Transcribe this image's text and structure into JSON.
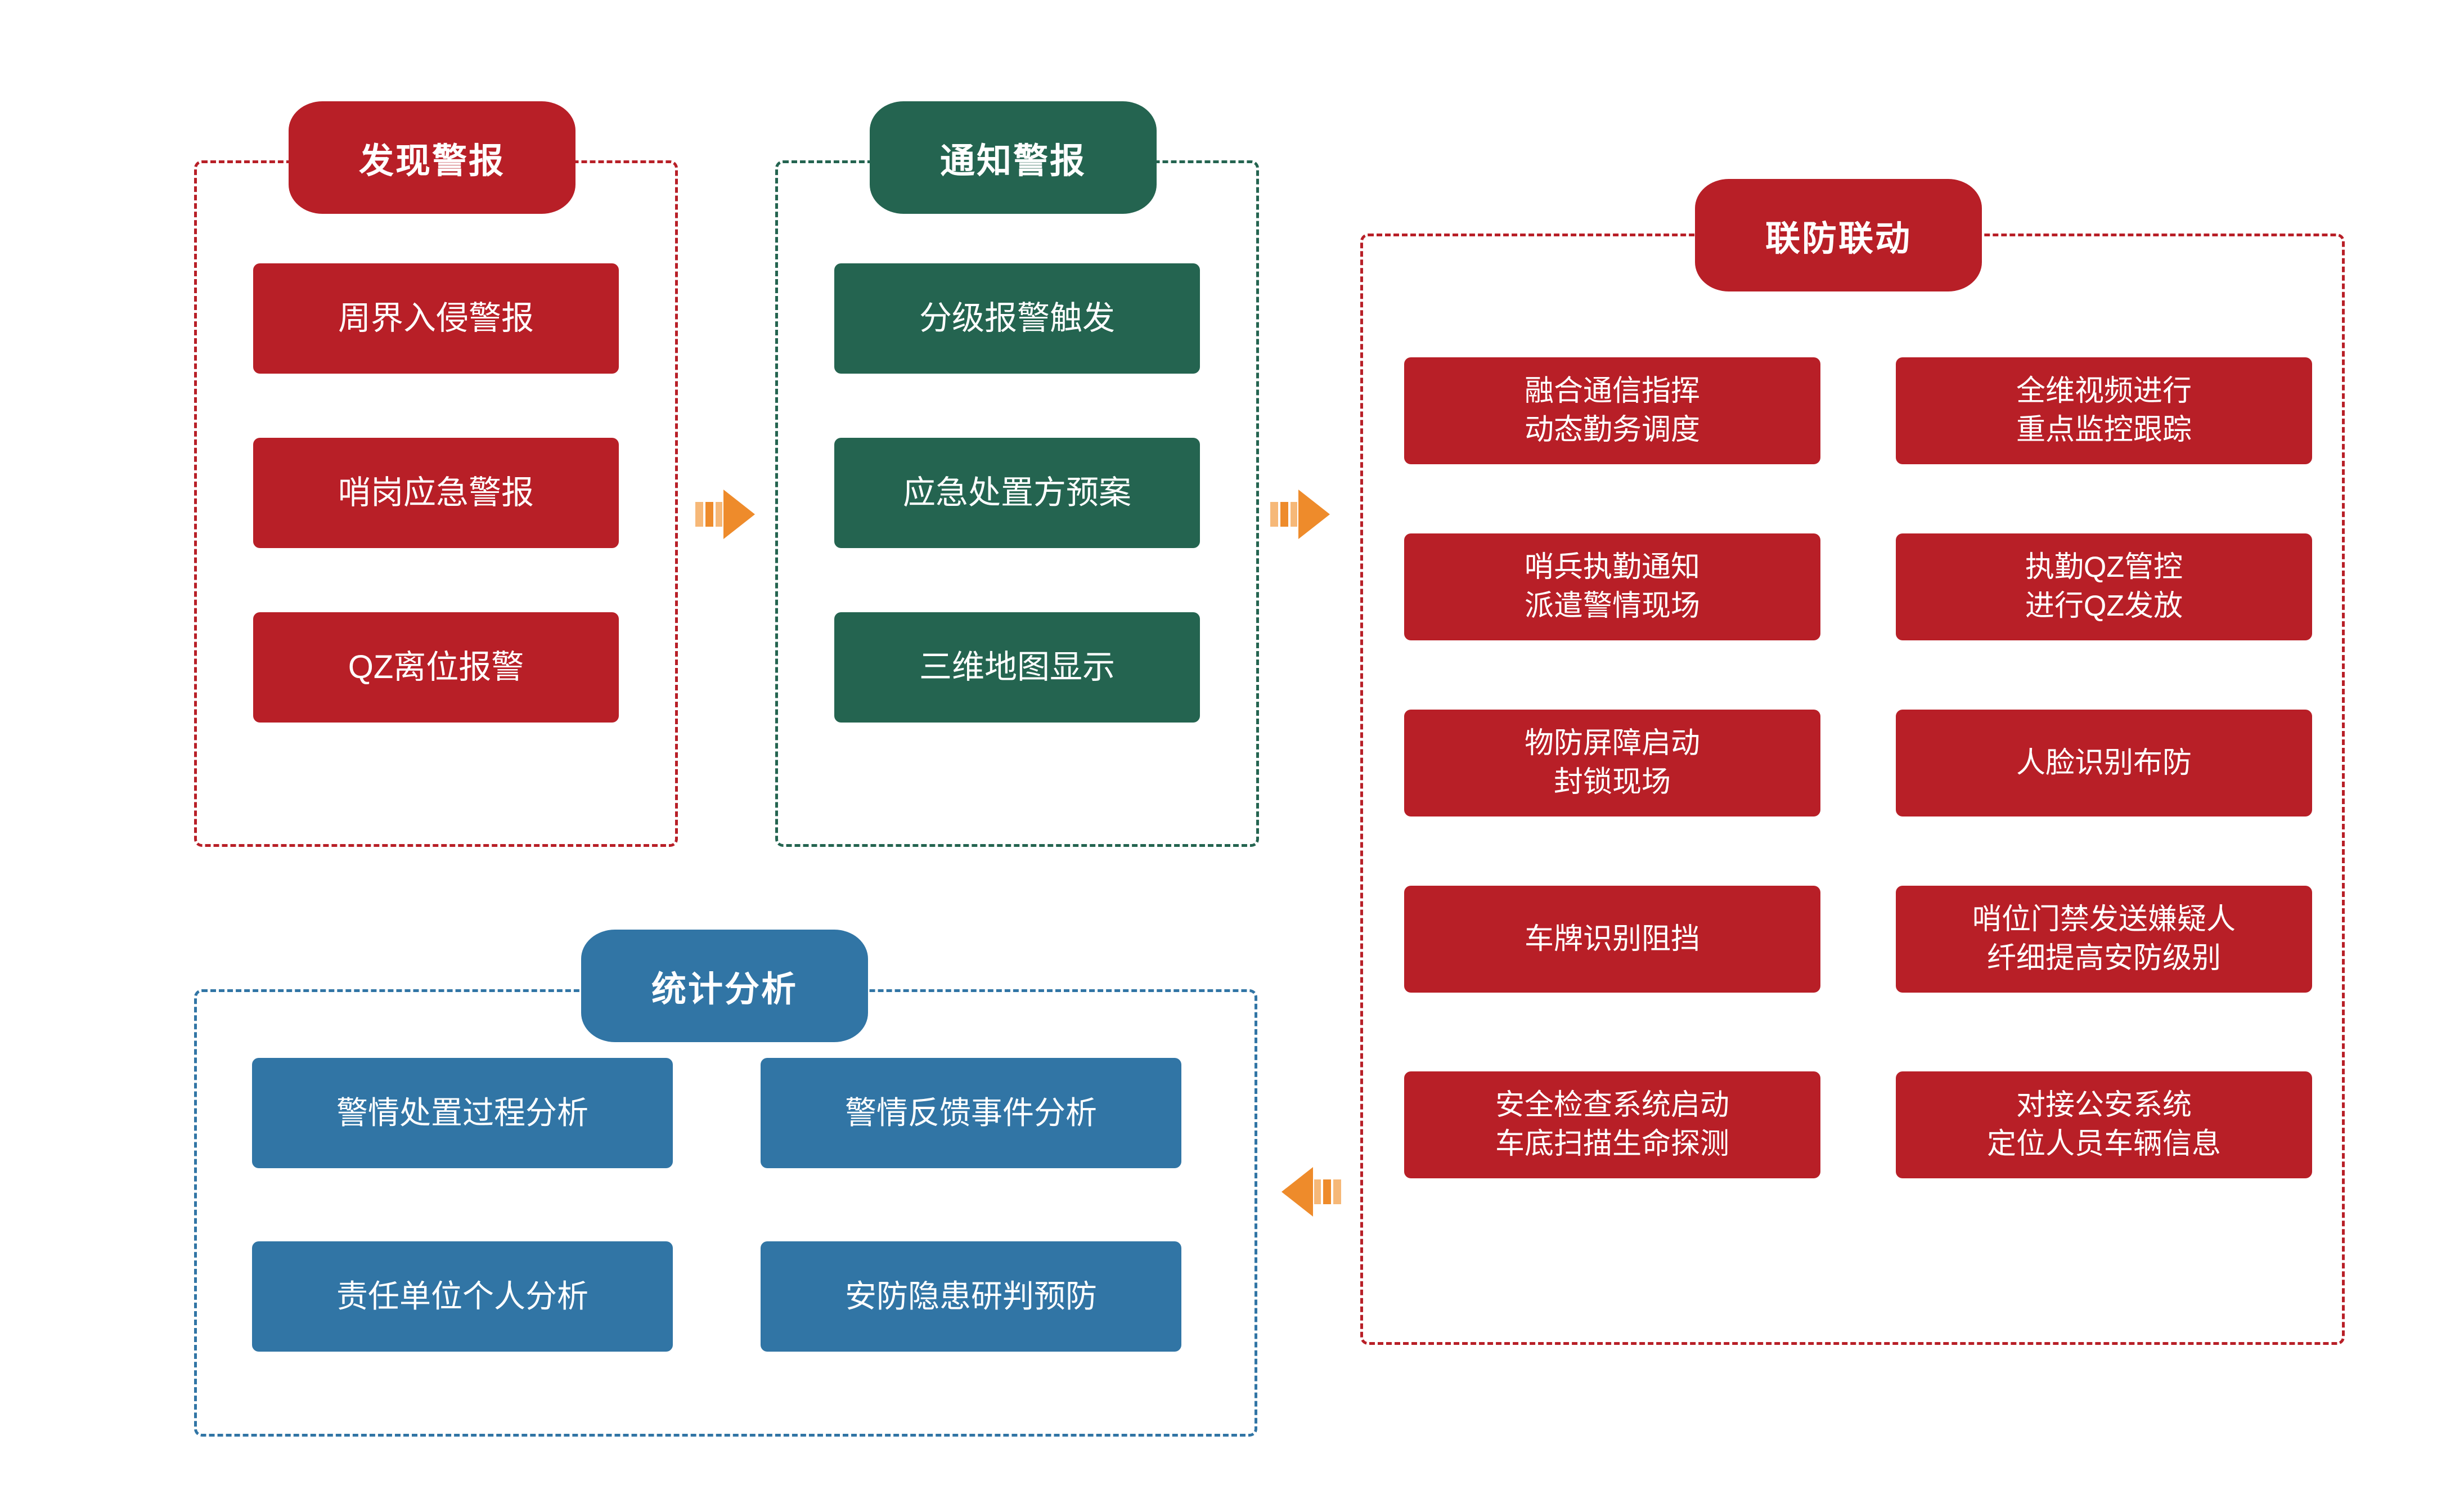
{
  "diagram": {
    "title_implicit": "",
    "colors": {
      "red": "#B81F27",
      "green": "#246450",
      "blue": "#3175A5",
      "arrow_orange": "#EE8B2B",
      "arrow_orange_light": "#F6B878",
      "text_on_fill": "#FFFFFF",
      "background": "#FFFFFF"
    },
    "sections": [
      {
        "key": "discover_alarm",
        "header": "发现警报",
        "color": "red",
        "items": [
          {
            "lines": [
              "周界入侵警报"
            ]
          },
          {
            "lines": [
              "哨岗应急警报"
            ]
          },
          {
            "lines": [
              "QZ离位报警"
            ]
          }
        ]
      },
      {
        "key": "notify_alarm",
        "header": "通知警报",
        "color": "green",
        "items": [
          {
            "lines": [
              "分级报警触发"
            ]
          },
          {
            "lines": [
              "应急处置方预案"
            ]
          },
          {
            "lines": [
              "三维地图显示"
            ]
          }
        ]
      },
      {
        "key": "joint_defense",
        "header": "联防联动",
        "color": "red",
        "items_left": [
          {
            "lines": [
              "融合通信指挥",
              "动态勤务调度"
            ]
          },
          {
            "lines": [
              "哨兵执勤通知",
              "派遣警情现场"
            ]
          },
          {
            "lines": [
              "物防屏障启动",
              "封锁现场"
            ]
          },
          {
            "lines": [
              "车牌识别阻挡"
            ]
          },
          {
            "lines": [
              "安全检查系统启动",
              "车底扫描生命探测"
            ]
          }
        ],
        "items_right": [
          {
            "lines": [
              "全维视频进行",
              "重点监控跟踪"
            ]
          },
          {
            "lines": [
              "执勤QZ管控",
              "进行QZ发放"
            ]
          },
          {
            "lines": [
              "人脸识别布防"
            ]
          },
          {
            "lines": [
              "哨位门禁发送嫌疑人",
              "纤细提高安防级别"
            ]
          },
          {
            "lines": [
              "对接公安系统",
              "定位人员车辆信息"
            ]
          }
        ]
      },
      {
        "key": "statistical_analysis",
        "header": "统计分析",
        "color": "blue",
        "items_left": [
          {
            "lines": [
              "警情处置过程分析"
            ]
          },
          {
            "lines": [
              "责任单位个人分析"
            ]
          }
        ],
        "items_right": [
          {
            "lines": [
              "警情反馈事件分析"
            ]
          },
          {
            "lines": [
              "安防隐患研判预防"
            ]
          }
        ]
      }
    ],
    "connectors": [
      {
        "key": "discover-to-notify",
        "direction": "right",
        "icon": "arrow-right-icon"
      },
      {
        "key": "notify-to-joint",
        "direction": "right",
        "icon": "arrow-right-icon"
      },
      {
        "key": "joint-to-statistics",
        "direction": "left",
        "icon": "arrow-left-icon"
      }
    ]
  }
}
